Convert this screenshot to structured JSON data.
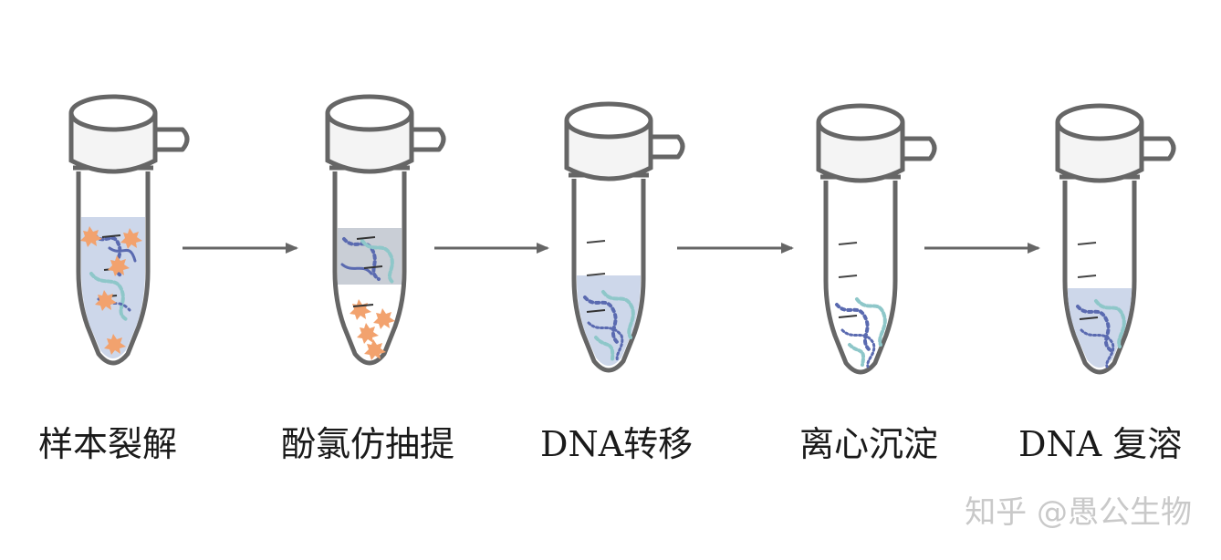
{
  "steps": [
    {
      "label": "样本裂解"
    },
    {
      "label": "酚氯仿抽提"
    },
    {
      "label": "DNA转移"
    },
    {
      "label": "离心沉淀"
    },
    {
      "label": "DNA 复溶"
    }
  ],
  "watermark": "知乎 @愚公生物",
  "colors": {
    "outline": "#666666",
    "cap_fill": "#f4f4f4",
    "liquid": "#cdd7ea",
    "aqueous_gray": "#c9ced6",
    "debris": "#f2a26e",
    "dna_light": "#8ec7c9",
    "dna_dark": "#5a6ab0",
    "arrow": "#666666"
  }
}
